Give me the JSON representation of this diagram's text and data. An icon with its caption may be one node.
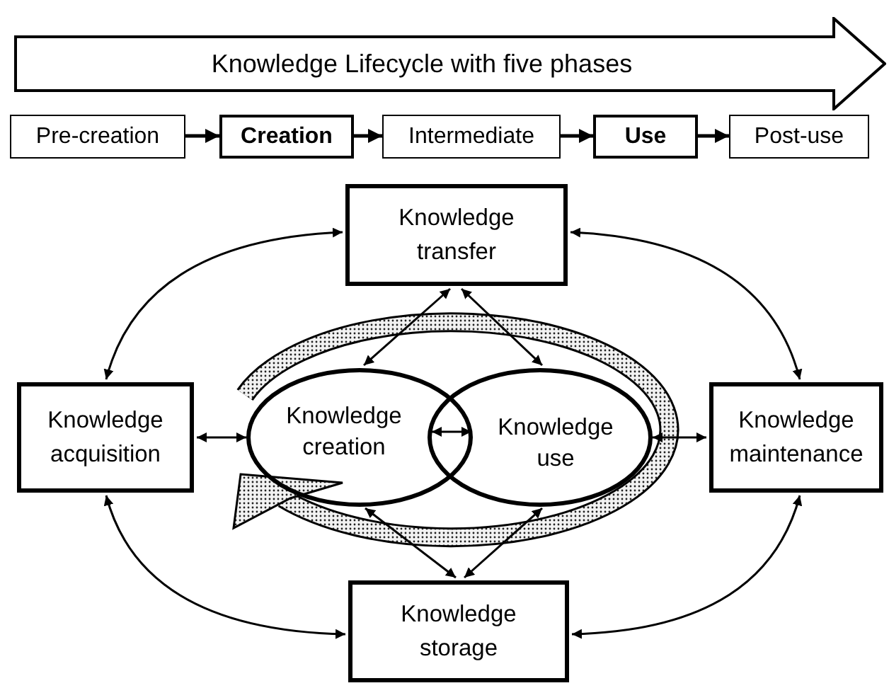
{
  "diagram": {
    "nodes": [
      {
        "text": [
          "Knowledge Lifecycle with five phases"
        ]
      },
      {
        "text": [
          "Pre-creation"
        ]
      },
      {
        "text": [
          "Creation"
        ]
      },
      {
        "text": [
          "Intermediate"
        ]
      },
      {
        "text": [
          "Use"
        ]
      },
      {
        "text": [
          "Post-use"
        ]
      },
      {
        "text": [
          "Knowledge transfer"
        ]
      },
      {
        "text": [
          "Knowledge acquisition"
        ]
      },
      {
        "text": [
          "Knowledge creation"
        ]
      },
      {
        "text": [
          "Knowledge use"
        ]
      },
      {
        "text": [
          "Knowledge maintenance"
        ]
      },
      {
        "text": [
          "Knowledge storage"
        ]
      }
    ],
    "edges": [
      {
        "from": 1,
        "to": 2,
        "arrow": "to"
      },
      {
        "from": 2,
        "to": 3,
        "arrow": "to"
      },
      {
        "from": 3,
        "to": 4,
        "arrow": "to"
      },
      {
        "from": 4,
        "to": 5,
        "arrow": "to"
      },
      {
        "from": 6,
        "to": 7,
        "arrow": "both"
      },
      {
        "from": 6,
        "to": 10,
        "arrow": "both"
      },
      {
        "from": 6,
        "to": 8,
        "arrow": "both"
      },
      {
        "from": 6,
        "to": 9,
        "arrow": "both"
      },
      {
        "from": 7,
        "to": 8,
        "arrow": "both"
      },
      {
        "from": 8,
        "to": 9,
        "arrow": "both"
      },
      {
        "from": 9,
        "to": 10,
        "arrow": "both"
      },
      {
        "from": 7,
        "to": 11,
        "arrow": "both"
      },
      {
        "from": 10,
        "to": 11,
        "arrow": "both"
      },
      {
        "from": 8,
        "to": 11,
        "arrow": "both"
      },
      {
        "from": 9,
        "to": 11,
        "arrow": "both"
      }
    ]
  }
}
